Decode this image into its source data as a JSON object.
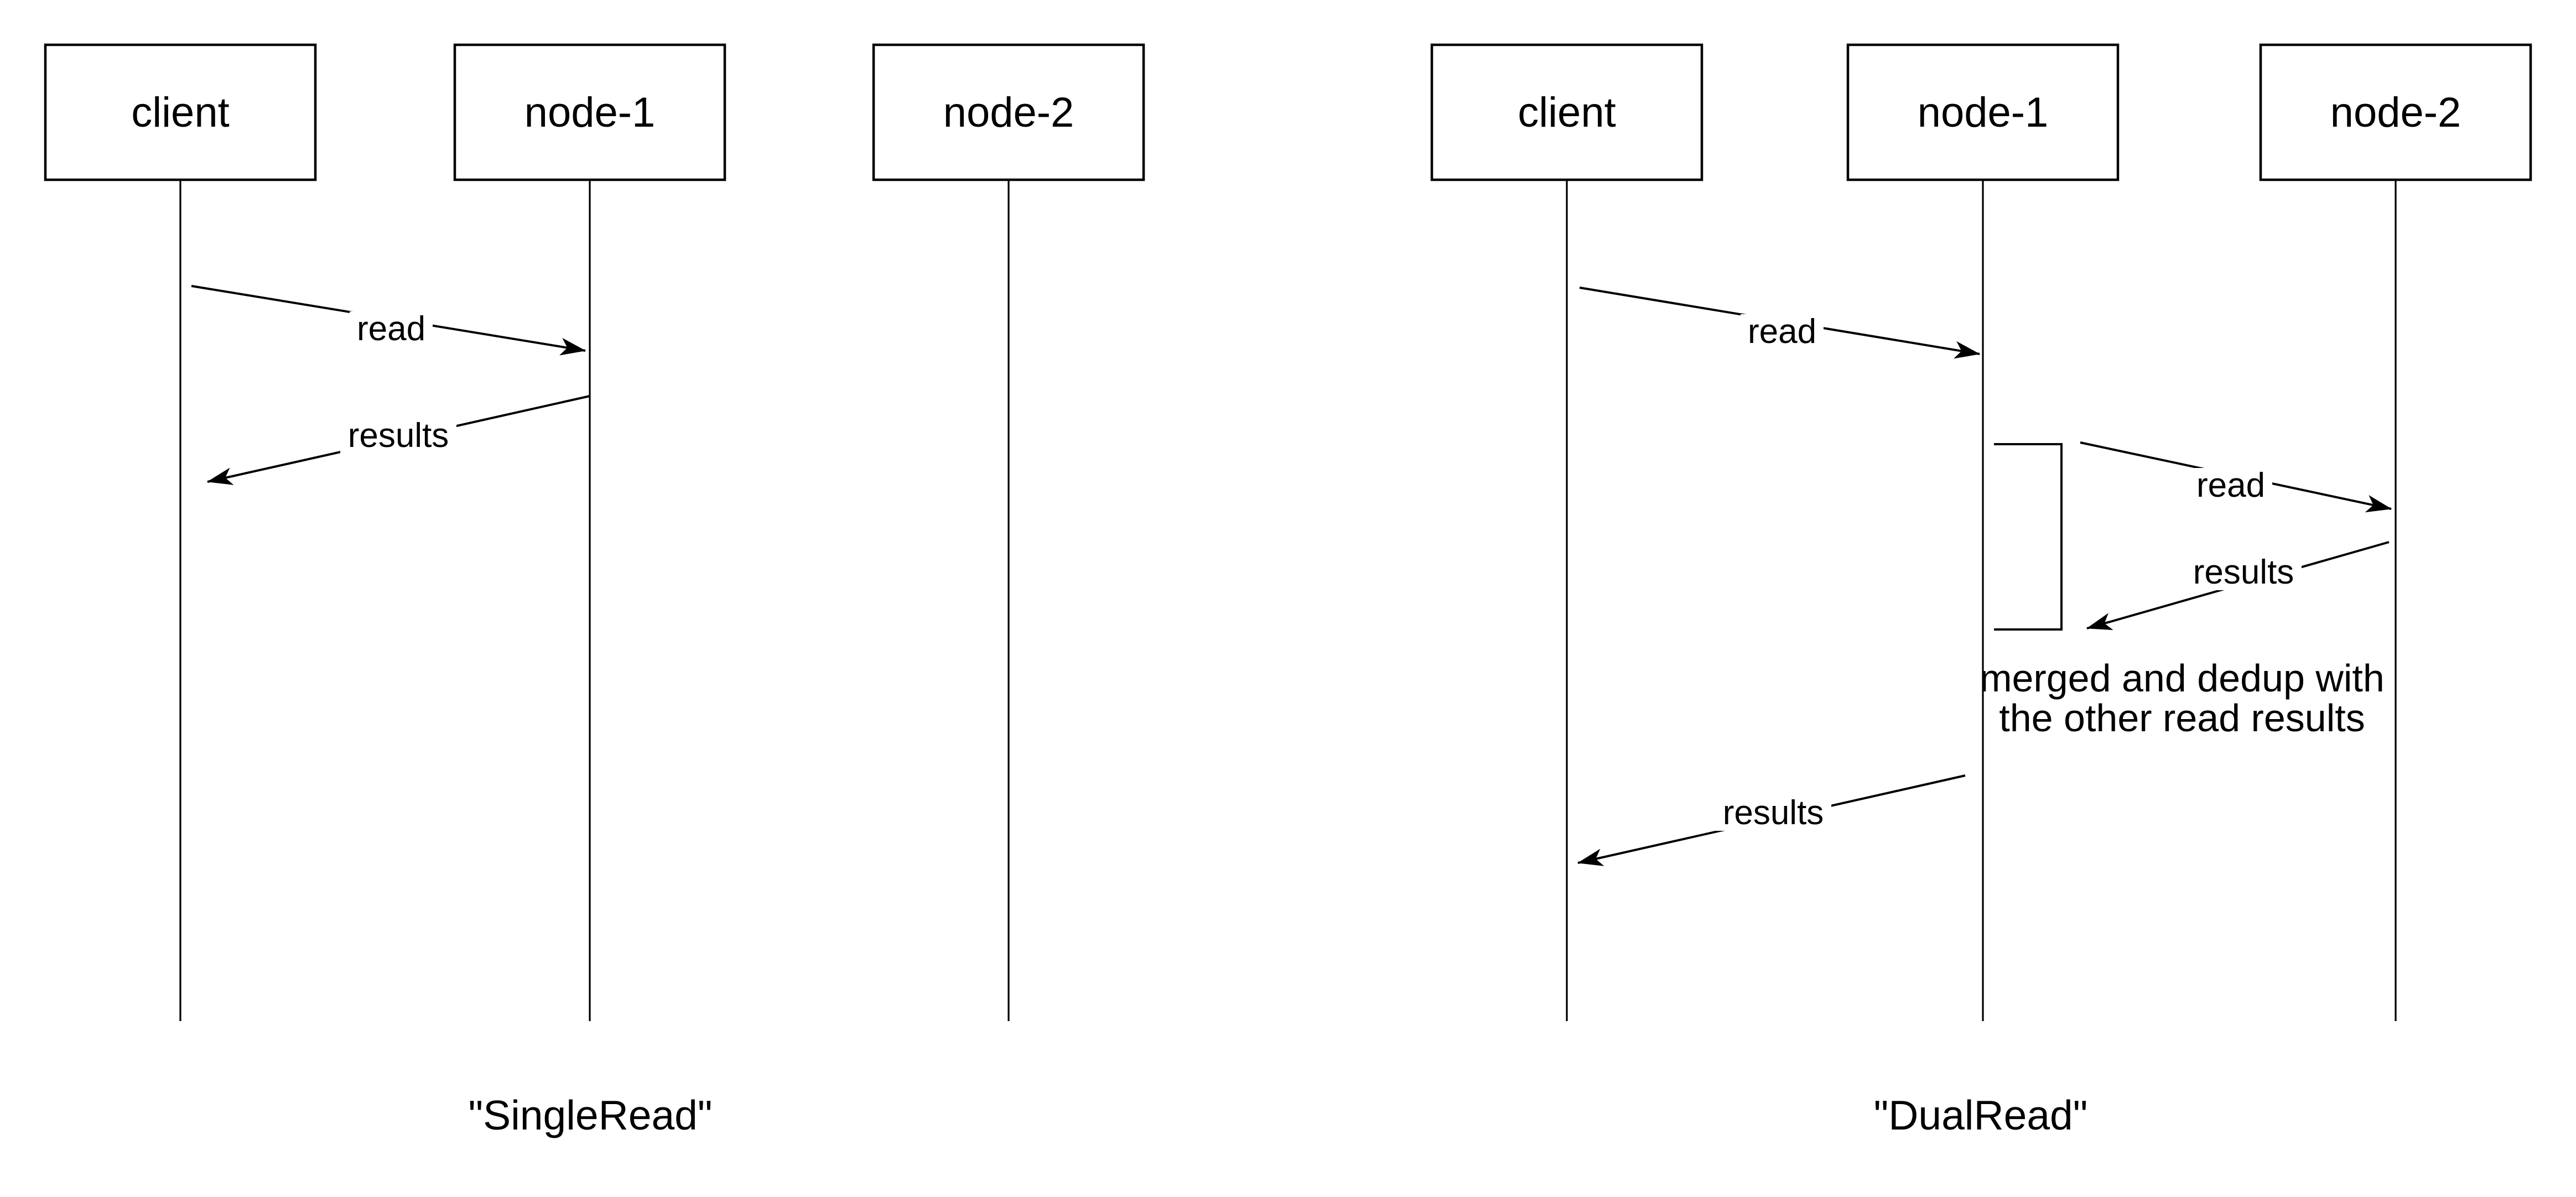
{
  "colors": {
    "stroke": "#000000",
    "background": "#ffffff"
  },
  "diagrams": [
    {
      "name": "single-read",
      "caption": "\"SingleRead\"",
      "actors": [
        {
          "label": "client"
        },
        {
          "label": "node-1"
        },
        {
          "label": "node-2"
        }
      ],
      "messages": [
        {
          "from": "client",
          "to": "node-1",
          "label": "read"
        },
        {
          "from": "node-1",
          "to": "client",
          "label": "results"
        }
      ]
    },
    {
      "name": "dual-read",
      "caption": "\"DualRead\"",
      "actors": [
        {
          "label": "client"
        },
        {
          "label": "node-1"
        },
        {
          "label": "node-2"
        }
      ],
      "messages": [
        {
          "from": "client",
          "to": "node-1",
          "label": "read"
        },
        {
          "from": "node-1",
          "to": "node-2",
          "label": "read"
        },
        {
          "from": "node-2",
          "to": "node-1",
          "label": "results"
        },
        {
          "from": "node-1",
          "to": "client",
          "label": "results"
        }
      ],
      "note": {
        "lines": [
          "merged and dedup with",
          "the other read results"
        ]
      }
    }
  ]
}
